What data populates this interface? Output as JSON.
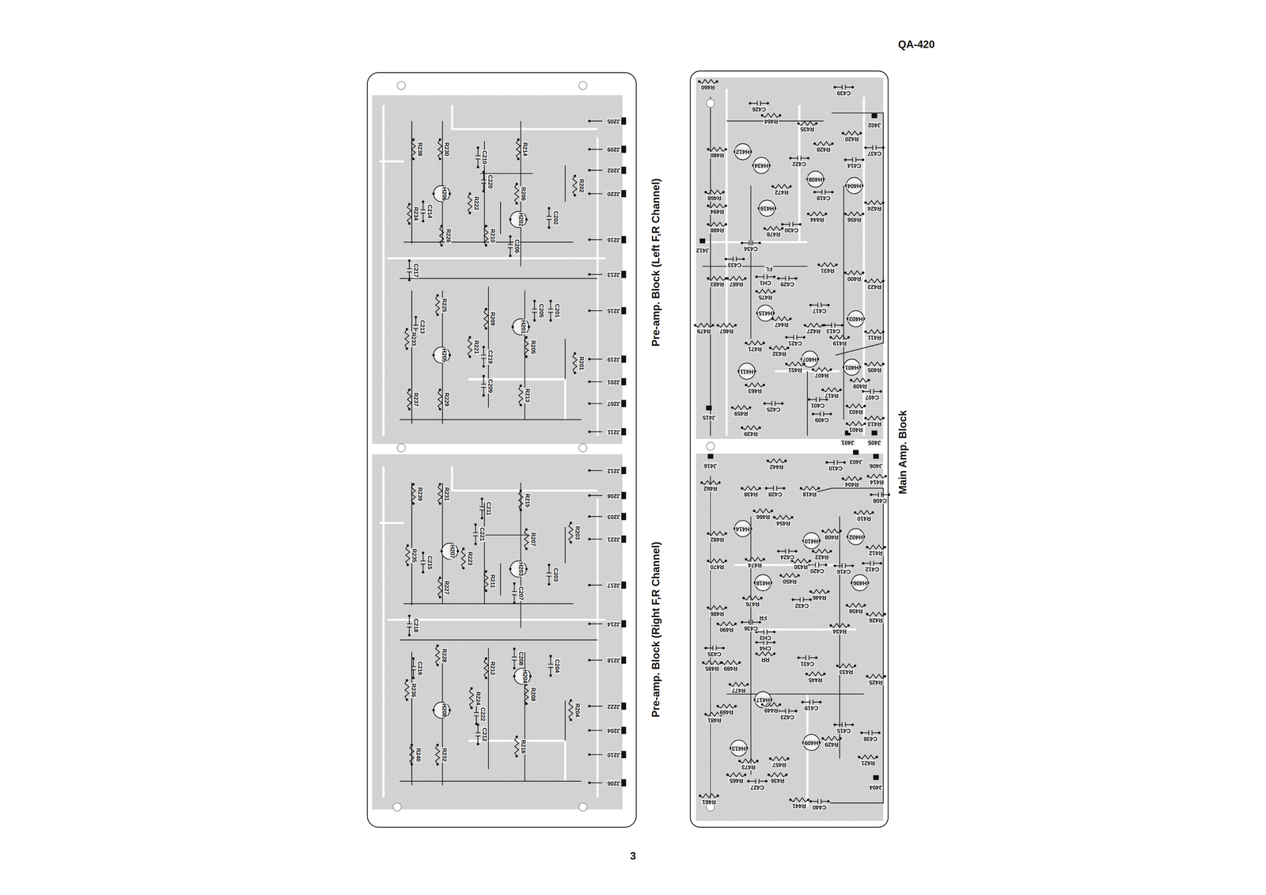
{
  "diagram": {
    "title": "QA-420",
    "labels": [
      "Pre-amp. Block (Left F,R Channel)",
      "Pre-amp. Block (Right F,R Channel)",
      "Main Amp. Block",
      "3",
      "J205",
      "J209",
      "J202",
      "J220",
      "J216",
      "J213",
      "J215",
      "J219",
      "J201",
      "J207",
      "J211",
      "R238",
      "R230",
      "C210",
      "R214",
      "C220",
      "H206",
      "R222",
      "R206",
      "R202",
      "R234",
      "C214",
      "H202",
      "C202",
      "R226",
      "R210",
      "C206",
      "C217",
      "R225",
      "C213",
      "R209",
      "C205",
      "C201",
      "H201",
      "R233",
      "H205",
      "R221",
      "R205",
      "C219",
      "R201",
      "C209",
      "R237",
      "R229",
      "R213",
      "J212",
      "J208",
      "J203",
      "J221",
      "J217",
      "J214",
      "J218",
      "J222",
      "J204",
      "J210",
      "J206",
      "R239",
      "R231",
      "C211",
      "R215",
      "R207",
      "H207",
      "C221",
      "R223",
      "R203",
      "R235",
      "C215",
      "H203",
      "C203",
      "R227",
      "R211",
      "C207",
      "C218",
      "R228",
      "C208",
      "C204",
      "H204",
      "R212",
      "C216",
      "R236",
      "H208",
      "R224",
      "C222",
      "R208",
      "R204",
      "C212",
      "R240",
      "R232",
      "R216",
      "R460",
      "C426",
      "R464",
      "R435",
      "C439",
      "J402",
      "R420",
      "H412",
      "R428",
      "R480",
      "H434",
      "C422",
      "C437",
      "H408",
      "C414",
      "H404",
      "R468",
      "H416",
      "C418",
      "R472",
      "R494",
      "R424",
      "R456",
      "R444",
      "C430",
      "R478",
      "R488",
      "J412",
      "C434",
      "C433",
      "FL",
      "R431",
      "R400",
      "R483",
      "R487",
      "CH1",
      "C429",
      "R423",
      "R475",
      "C417",
      "H415",
      "H403",
      "R447",
      "R479",
      "R467",
      "R427",
      "C413",
      "R411",
      "R419",
      "C421",
      "R471",
      "R432",
      "H407",
      "H401",
      "R451",
      "H411",
      "R407",
      "R405",
      "R409",
      "R463",
      "R417",
      "C407",
      "C401",
      "J415",
      "R459",
      "C425",
      "R403",
      "C409",
      "R413",
      "R401",
      "R439",
      "J401",
      "J405",
      "J416",
      "R442",
      "J403",
      "C410",
      "J406",
      "R404",
      "R414",
      "R462",
      "R438",
      "C428",
      "R418",
      "C408",
      "R466",
      "R410",
      "R454",
      "H414",
      "R482",
      "R408",
      "H402",
      "H410",
      "R412",
      "C424",
      "R422",
      "R474",
      "R470",
      "R430",
      "C420",
      "C416",
      "C412",
      "H418",
      "R450",
      "H406",
      "R446",
      "C432",
      "R476",
      "R458",
      "R486",
      "FR",
      "R426",
      "C436",
      "R490",
      "R434",
      "CH3",
      "CH4",
      "C435",
      "RR",
      "C431",
      "R485",
      "R489",
      "R433",
      "R445",
      "R425",
      "R477",
      "H417",
      "R449",
      "R469",
      "C419",
      "C423",
      "R481",
      "C415",
      "C438",
      "H409",
      "R429",
      "H413",
      "R421",
      "R473",
      "R457",
      "R465",
      "R436",
      "C427",
      "J404",
      "R461",
      "R441",
      "C440"
    ]
  }
}
